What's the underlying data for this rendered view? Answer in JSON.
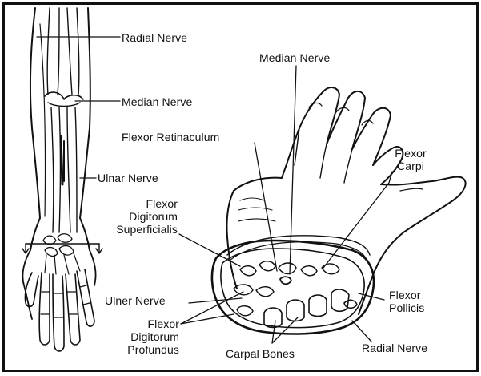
{
  "labels": {
    "radial_nerve_arm": "Radial Nerve",
    "median_nerve_arm": "Median Nerve",
    "ulnar_nerve_arm": "Ulnar Nerve",
    "median_nerve_hand": "Median Nerve",
    "flexor_retinaculum": "Flexor Retinaculum",
    "flexor_carpi": [
      "Flexor",
      "Carpi"
    ],
    "flexor_digitorum_superficialis": [
      "Flexor",
      "Digitorum",
      "Superficialis"
    ],
    "ulner_nerve": "Ulner Nerve",
    "flexor_pollicis": [
      "Flexor",
      "Pollicis"
    ],
    "flexor_digitorum_profundus": [
      "Flexor",
      "Digitorum",
      "Profundus"
    ],
    "carpal_bones": "Carpal Bones",
    "radial_nerve_hand": "Radial Nerve"
  },
  "colors": {
    "ink": "#111111",
    "background": "#ffffff"
  }
}
